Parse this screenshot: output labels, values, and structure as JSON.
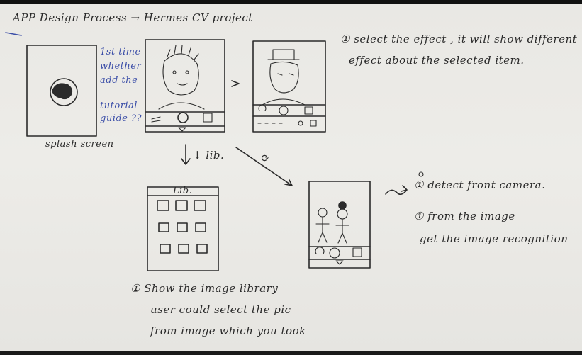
{
  "title": "APP Design Process → Hermes CV project",
  "splash": {
    "caption": "splash screen",
    "note_lines": [
      "1st time",
      "whether",
      "add the",
      "tutorial",
      "guide ??"
    ]
  },
  "effect_note": {
    "line1": "① select the effect , it will show different",
    "line2": "effect about the selected item."
  },
  "arrows": {
    "library": "↓ lib.",
    "switch": "⟳"
  },
  "library_screen": {
    "header": "Lib."
  },
  "library_note": {
    "line1": "① Show the image library",
    "line2": "user could select the pic",
    "line3": "from image which you took"
  },
  "camera_note": {
    "line1": "① detect front camera.",
    "line2": "① from the image",
    "line3": "get the image recognition"
  },
  "colors": {
    "ink": "#2b2b2b",
    "blue_ink": "#3c4fa8",
    "paper": "#ebeae6"
  }
}
